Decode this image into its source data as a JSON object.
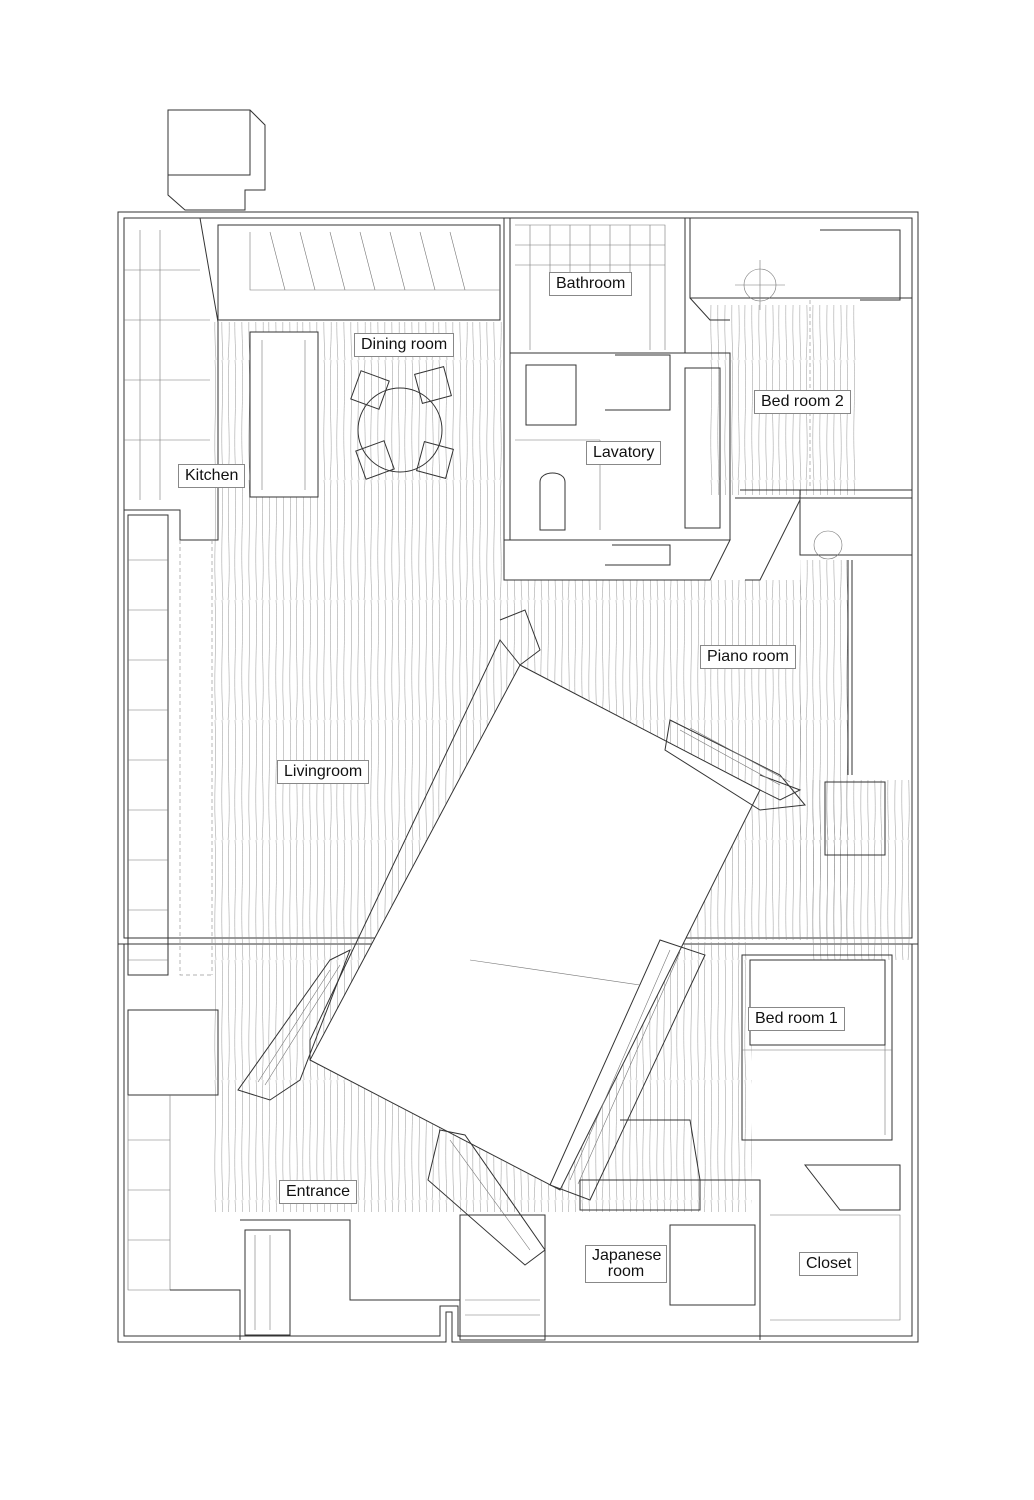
{
  "rooms": {
    "bathroom": "Bathroom",
    "dining_room": "Dining room",
    "bed_room_2": "Bed room 2",
    "kitchen": "Kitchen",
    "lavatory": "Lavatory",
    "piano_room": "Piano room",
    "livingroom": "Livingroom",
    "bed_room_1": "Bed room 1",
    "entrance": "Entrance",
    "japanese_room": "Japanese room",
    "closet": "Closet"
  }
}
